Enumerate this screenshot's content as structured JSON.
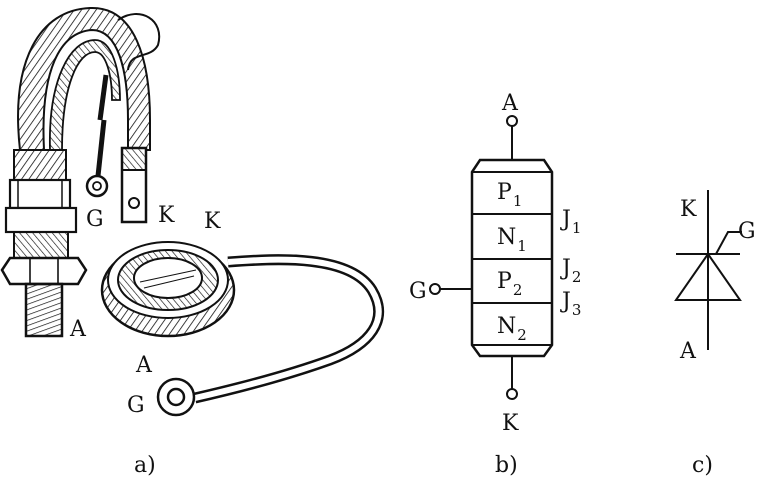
{
  "panel_a": {
    "stud_labels": {
      "gate": "G",
      "cathode": "K",
      "anode": "A"
    },
    "disc_labels": {
      "cathode": "K",
      "anode": "A",
      "gate": "G"
    },
    "caption": "a)"
  },
  "panel_b": {
    "terminal_top": "A",
    "terminal_bottom": "K",
    "terminal_gate": "G",
    "layers": [
      {
        "letter": "P",
        "sub": "1"
      },
      {
        "letter": "N",
        "sub": "1"
      },
      {
        "letter": "P",
        "sub": "2"
      },
      {
        "letter": "N",
        "sub": "2"
      }
    ],
    "junctions": [
      {
        "letter": "J",
        "sub": "1"
      },
      {
        "letter": "J",
        "sub": "2"
      },
      {
        "letter": "J",
        "sub": "3"
      }
    ],
    "caption": "b)"
  },
  "panel_c": {
    "cathode": "K",
    "gate": "G",
    "anode": "A",
    "caption": "c)"
  }
}
